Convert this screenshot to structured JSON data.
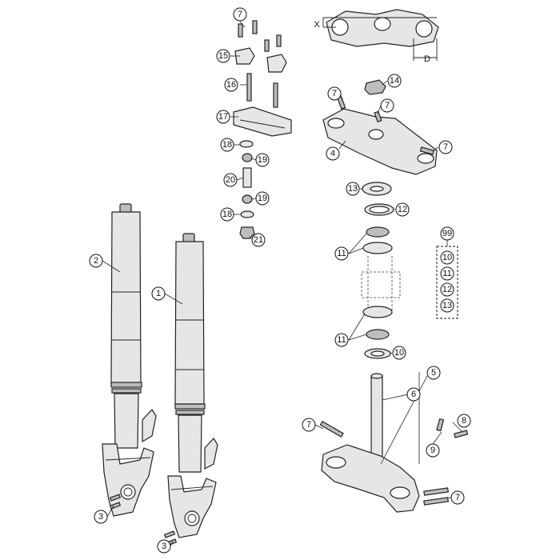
{
  "diagram": {
    "callouts": {
      "c1": "1",
      "c2": "2",
      "c3a": "3",
      "c3b": "3",
      "c4": "4",
      "c5": "5",
      "c6": "6",
      "c7a": "7",
      "c7b": "7",
      "c7c": "7",
      "c7d": "7",
      "c7e": "7",
      "c7f": "7",
      "c8": "8",
      "c9": "9",
      "c10": "10",
      "c11a": "11",
      "c11b": "11",
      "c12": "12",
      "c13": "13",
      "c14": "14",
      "c15": "15",
      "c16": "16",
      "c17": "17",
      "c18a": "18",
      "c18b": "18",
      "c19a": "19",
      "c19b": "19",
      "c20": "20",
      "c21": "21"
    },
    "kit": {
      "label": "99",
      "items": [
        "10",
        "11",
        "12",
        "13"
      ]
    },
    "dimensions": {
      "x_label": "X",
      "d_label": "D"
    }
  }
}
